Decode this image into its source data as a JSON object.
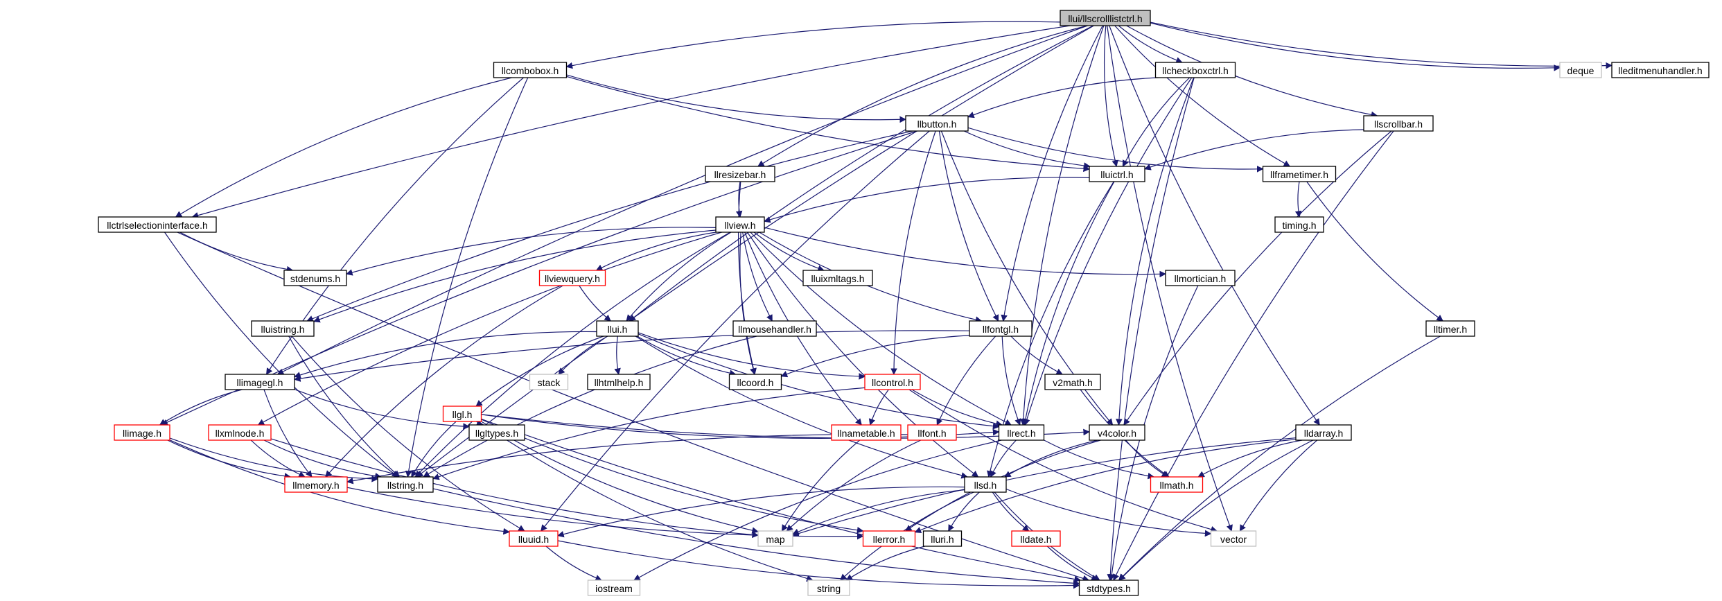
{
  "colors": {
    "edge": "#191970",
    "normal_border": "#000000",
    "red_border": "#ff0000",
    "system_border": "#bfbfbf",
    "root_fill": "#bfbfbf",
    "fill": "#ffffff"
  },
  "nodes": [
    {
      "id": "root",
      "label": "llui/llscrolllistctrl.h",
      "kind": "root"
    },
    {
      "id": "combobox",
      "label": "llcombobox.h",
      "kind": "normal"
    },
    {
      "id": "checkboxctrl",
      "label": "llcheckboxctrl.h",
      "kind": "normal"
    },
    {
      "id": "deque",
      "label": "deque",
      "kind": "system"
    },
    {
      "id": "editmenuhandler",
      "label": "lleditmenuhandler.h",
      "kind": "normal"
    },
    {
      "id": "button",
      "label": "llbutton.h",
      "kind": "normal"
    },
    {
      "id": "scrollbar",
      "label": "llscrollbar.h",
      "kind": "normal"
    },
    {
      "id": "resizebar",
      "label": "llresizebar.h",
      "kind": "normal"
    },
    {
      "id": "uictrl",
      "label": "lluictrl.h",
      "kind": "normal"
    },
    {
      "id": "frametimer",
      "label": "llframetimer.h",
      "kind": "normal"
    },
    {
      "id": "ctrlselection",
      "label": "llctrlselectioninterface.h",
      "kind": "normal"
    },
    {
      "id": "view",
      "label": "llview.h",
      "kind": "normal"
    },
    {
      "id": "timing",
      "label": "timing.h",
      "kind": "normal"
    },
    {
      "id": "stdenums",
      "label": "stdenums.h",
      "kind": "normal"
    },
    {
      "id": "viewquery",
      "label": "llviewquery.h",
      "kind": "red"
    },
    {
      "id": "uixmltags",
      "label": "lluixmltags.h",
      "kind": "normal"
    },
    {
      "id": "mortician",
      "label": "llmortician.h",
      "kind": "normal"
    },
    {
      "id": "uistring",
      "label": "lluistring.h",
      "kind": "normal"
    },
    {
      "id": "llui",
      "label": "llui.h",
      "kind": "normal"
    },
    {
      "id": "mousehandler",
      "label": "llmousehandler.h",
      "kind": "normal"
    },
    {
      "id": "fontgl",
      "label": "llfontgl.h",
      "kind": "normal"
    },
    {
      "id": "timer",
      "label": "lltimer.h",
      "kind": "normal"
    },
    {
      "id": "imagegl",
      "label": "llimagegl.h",
      "kind": "normal"
    },
    {
      "id": "stack",
      "label": "stack",
      "kind": "system"
    },
    {
      "id": "htmlhelp",
      "label": "llhtmlhelp.h",
      "kind": "normal"
    },
    {
      "id": "coord",
      "label": "llcoord.h",
      "kind": "normal"
    },
    {
      "id": "control",
      "label": "llcontrol.h",
      "kind": "red"
    },
    {
      "id": "v2math",
      "label": "v2math.h",
      "kind": "normal"
    },
    {
      "id": "gl",
      "label": "llgl.h",
      "kind": "red"
    },
    {
      "id": "gltypes",
      "label": "llgltypes.h",
      "kind": "normal"
    },
    {
      "id": "image",
      "label": "llimage.h",
      "kind": "red"
    },
    {
      "id": "xmlnode",
      "label": "llxmlnode.h",
      "kind": "red"
    },
    {
      "id": "nametable",
      "label": "llnametable.h",
      "kind": "red"
    },
    {
      "id": "font",
      "label": "llfont.h",
      "kind": "red"
    },
    {
      "id": "rect",
      "label": "llrect.h",
      "kind": "normal"
    },
    {
      "id": "v4color",
      "label": "v4color.h",
      "kind": "normal"
    },
    {
      "id": "darray",
      "label": "lldarray.h",
      "kind": "normal"
    },
    {
      "id": "memory",
      "label": "llmemory.h",
      "kind": "red"
    },
    {
      "id": "string_h",
      "label": "llstring.h",
      "kind": "normal"
    },
    {
      "id": "sd",
      "label": "llsd.h",
      "kind": "normal"
    },
    {
      "id": "math",
      "label": "llmath.h",
      "kind": "red"
    },
    {
      "id": "uuid",
      "label": "lluuid.h",
      "kind": "red"
    },
    {
      "id": "map",
      "label": "map",
      "kind": "system"
    },
    {
      "id": "error",
      "label": "llerror.h",
      "kind": "red"
    },
    {
      "id": "uri",
      "label": "lluri.h",
      "kind": "normal"
    },
    {
      "id": "date",
      "label": "lldate.h",
      "kind": "red"
    },
    {
      "id": "vector",
      "label": "vector",
      "kind": "system"
    },
    {
      "id": "iostream",
      "label": "iostream",
      "kind": "system"
    },
    {
      "id": "string",
      "label": "string",
      "kind": "system"
    },
    {
      "id": "stdtypes",
      "label": "stdtypes.h",
      "kind": "normal"
    }
  ],
  "edges": [
    [
      "root",
      "combobox"
    ],
    [
      "root",
      "checkboxctrl"
    ],
    [
      "root",
      "deque"
    ],
    [
      "root",
      "editmenuhandler"
    ],
    [
      "root",
      "scrollbar"
    ],
    [
      "root",
      "uictrl"
    ],
    [
      "root",
      "frametimer"
    ],
    [
      "root",
      "resizebar"
    ],
    [
      "root",
      "ctrlselection"
    ],
    [
      "root",
      "fontgl"
    ],
    [
      "root",
      "llui"
    ],
    [
      "root",
      "imagegl"
    ],
    [
      "root",
      "string_h"
    ],
    [
      "root",
      "darray"
    ],
    [
      "root",
      "vector"
    ],
    [
      "root",
      "rect"
    ],
    [
      "combobox",
      "button"
    ],
    [
      "combobox",
      "uictrl"
    ],
    [
      "combobox",
      "ctrlselection"
    ],
    [
      "combobox",
      "imagegl"
    ],
    [
      "combobox",
      "string_h"
    ],
    [
      "checkboxctrl",
      "button"
    ],
    [
      "checkboxctrl",
      "uictrl"
    ],
    [
      "checkboxctrl",
      "v4color"
    ],
    [
      "checkboxctrl",
      "rect"
    ],
    [
      "checkboxctrl",
      "stdtypes"
    ],
    [
      "button",
      "uictrl"
    ],
    [
      "button",
      "frametimer"
    ],
    [
      "button",
      "uistring"
    ],
    [
      "button",
      "fontgl"
    ],
    [
      "button",
      "control"
    ],
    [
      "button",
      "v4color"
    ],
    [
      "button",
      "image"
    ],
    [
      "button",
      "uuid"
    ],
    [
      "scrollbar",
      "uictrl"
    ],
    [
      "scrollbar",
      "v4color"
    ],
    [
      "scrollbar",
      "stdtypes"
    ],
    [
      "resizebar",
      "view"
    ],
    [
      "resizebar",
      "coord"
    ],
    [
      "uictrl",
      "view"
    ],
    [
      "uictrl",
      "rect"
    ],
    [
      "uictrl",
      "sd"
    ],
    [
      "frametimer",
      "timing"
    ],
    [
      "frametimer",
      "timer"
    ],
    [
      "ctrlselection",
      "stdenums"
    ],
    [
      "ctrlselection",
      "string_h"
    ],
    [
      "ctrlselection",
      "stdtypes"
    ],
    [
      "view",
      "stdenums"
    ],
    [
      "view",
      "viewquery"
    ],
    [
      "view",
      "uixmltags"
    ],
    [
      "view",
      "mortician"
    ],
    [
      "view",
      "uistring"
    ],
    [
      "view",
      "llui"
    ],
    [
      "view",
      "mousehandler"
    ],
    [
      "view",
      "fontgl"
    ],
    [
      "view",
      "coord"
    ],
    [
      "view",
      "rect"
    ],
    [
      "view",
      "nametable"
    ],
    [
      "view",
      "sd"
    ],
    [
      "view",
      "xmlnode"
    ],
    [
      "view",
      "string_h"
    ],
    [
      "viewquery",
      "llui"
    ],
    [
      "viewquery",
      "memory"
    ],
    [
      "mortician",
      "stdtypes"
    ],
    [
      "uistring",
      "string_h"
    ],
    [
      "uistring",
      "uuid"
    ],
    [
      "llui",
      "imagegl"
    ],
    [
      "llui",
      "stack"
    ],
    [
      "llui",
      "htmlhelp"
    ],
    [
      "llui",
      "coord"
    ],
    [
      "llui",
      "control"
    ],
    [
      "llui",
      "gl"
    ],
    [
      "llui",
      "rect"
    ],
    [
      "llui",
      "sd"
    ],
    [
      "mousehandler",
      "string_h"
    ],
    [
      "fontgl",
      "imagegl"
    ],
    [
      "fontgl",
      "coord"
    ],
    [
      "fontgl",
      "v2math"
    ],
    [
      "fontgl",
      "font"
    ],
    [
      "fontgl",
      "rect"
    ],
    [
      "timer",
      "stdtypes"
    ],
    [
      "imagegl",
      "image"
    ],
    [
      "imagegl",
      "gltypes"
    ],
    [
      "imagegl",
      "memory"
    ],
    [
      "control",
      "nametable"
    ],
    [
      "control",
      "rect"
    ],
    [
      "control",
      "string_h"
    ],
    [
      "control",
      "vector"
    ],
    [
      "v2math",
      "math"
    ],
    [
      "gl",
      "gltypes"
    ],
    [
      "gl",
      "string_h"
    ],
    [
      "gl",
      "v4color"
    ],
    [
      "gl",
      "map"
    ],
    [
      "gl",
      "error"
    ],
    [
      "gl",
      "string"
    ],
    [
      "gl",
      "stdtypes"
    ],
    [
      "gl",
      "rect"
    ],
    [
      "image",
      "memory"
    ],
    [
      "image",
      "string_h"
    ],
    [
      "image",
      "uuid"
    ],
    [
      "xmlnode",
      "memory"
    ],
    [
      "xmlnode",
      "string_h"
    ],
    [
      "xmlnode",
      "map"
    ],
    [
      "nametable",
      "map"
    ],
    [
      "font",
      "map"
    ],
    [
      "font",
      "memory"
    ],
    [
      "rect",
      "sd"
    ],
    [
      "rect",
      "math"
    ],
    [
      "rect",
      "iostream"
    ],
    [
      "v4color",
      "math"
    ],
    [
      "v4color",
      "sd"
    ],
    [
      "v4color",
      "error"
    ],
    [
      "darray",
      "math"
    ],
    [
      "darray",
      "vector"
    ],
    [
      "darray",
      "map"
    ],
    [
      "darray",
      "error"
    ],
    [
      "darray",
      "stdtypes"
    ],
    [
      "memory",
      "error"
    ],
    [
      "sd",
      "map"
    ],
    [
      "sd",
      "vector"
    ],
    [
      "sd",
      "uuid"
    ],
    [
      "sd",
      "uri"
    ],
    [
      "sd",
      "date"
    ],
    [
      "sd",
      "string"
    ],
    [
      "sd",
      "stdtypes"
    ],
    [
      "uuid",
      "iostream"
    ],
    [
      "uuid",
      "stdtypes"
    ],
    [
      "uri",
      "string"
    ],
    [
      "date",
      "stdtypes"
    ],
    [
      "string_h",
      "stdtypes"
    ]
  ]
}
